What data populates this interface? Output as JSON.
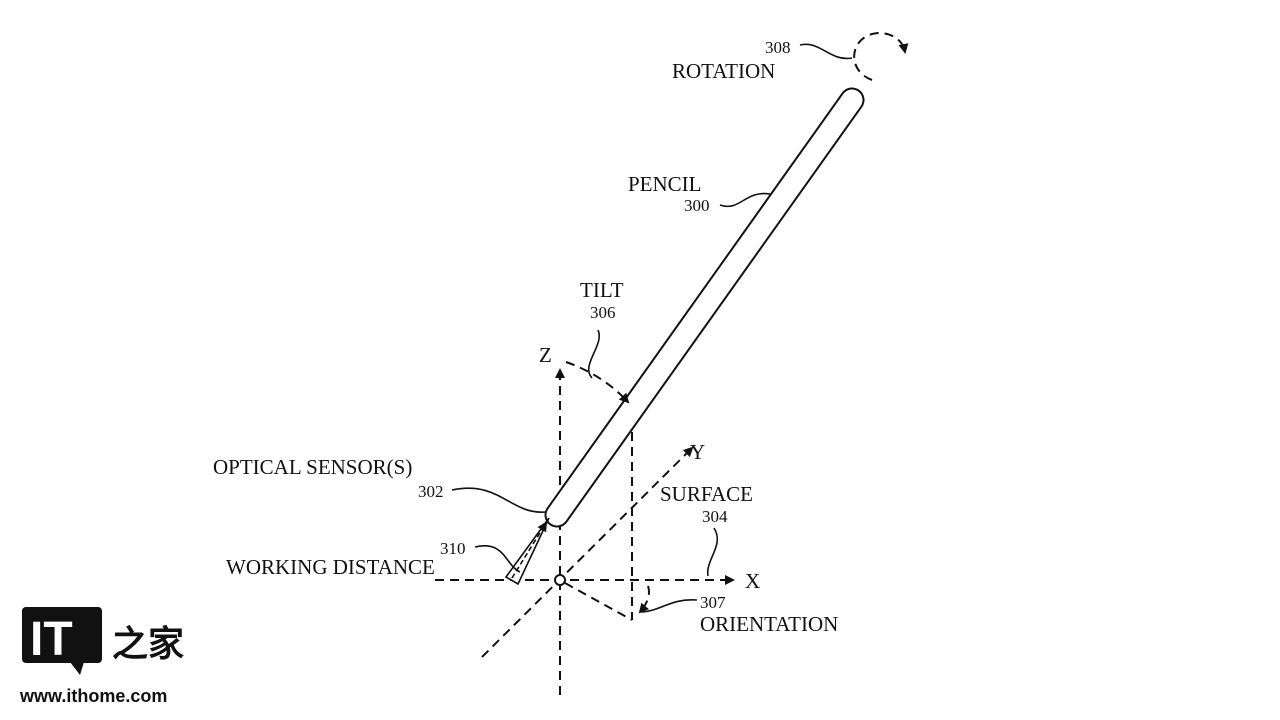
{
  "labels": {
    "rotation": "ROTATION",
    "rotation_num": "308",
    "pencil": "PENCIL",
    "pencil_num": "300",
    "tilt": "TILT",
    "tilt_num": "306",
    "optical_sensor": "OPTICAL SENSOR(S)",
    "optical_sensor_num": "302",
    "working_distance": "WORKING DISTANCE",
    "working_distance_num": "310",
    "surface": "SURFACE",
    "surface_num": "304",
    "orientation": "ORIENTATION",
    "orientation_num": "307",
    "axis_x": "X",
    "axis_y": "Y",
    "axis_z": "Z"
  },
  "watermark": {
    "logo_text": "IT之家",
    "logo_it": "IT",
    "logo_cn": "之家",
    "url": "www.ithome.com"
  }
}
